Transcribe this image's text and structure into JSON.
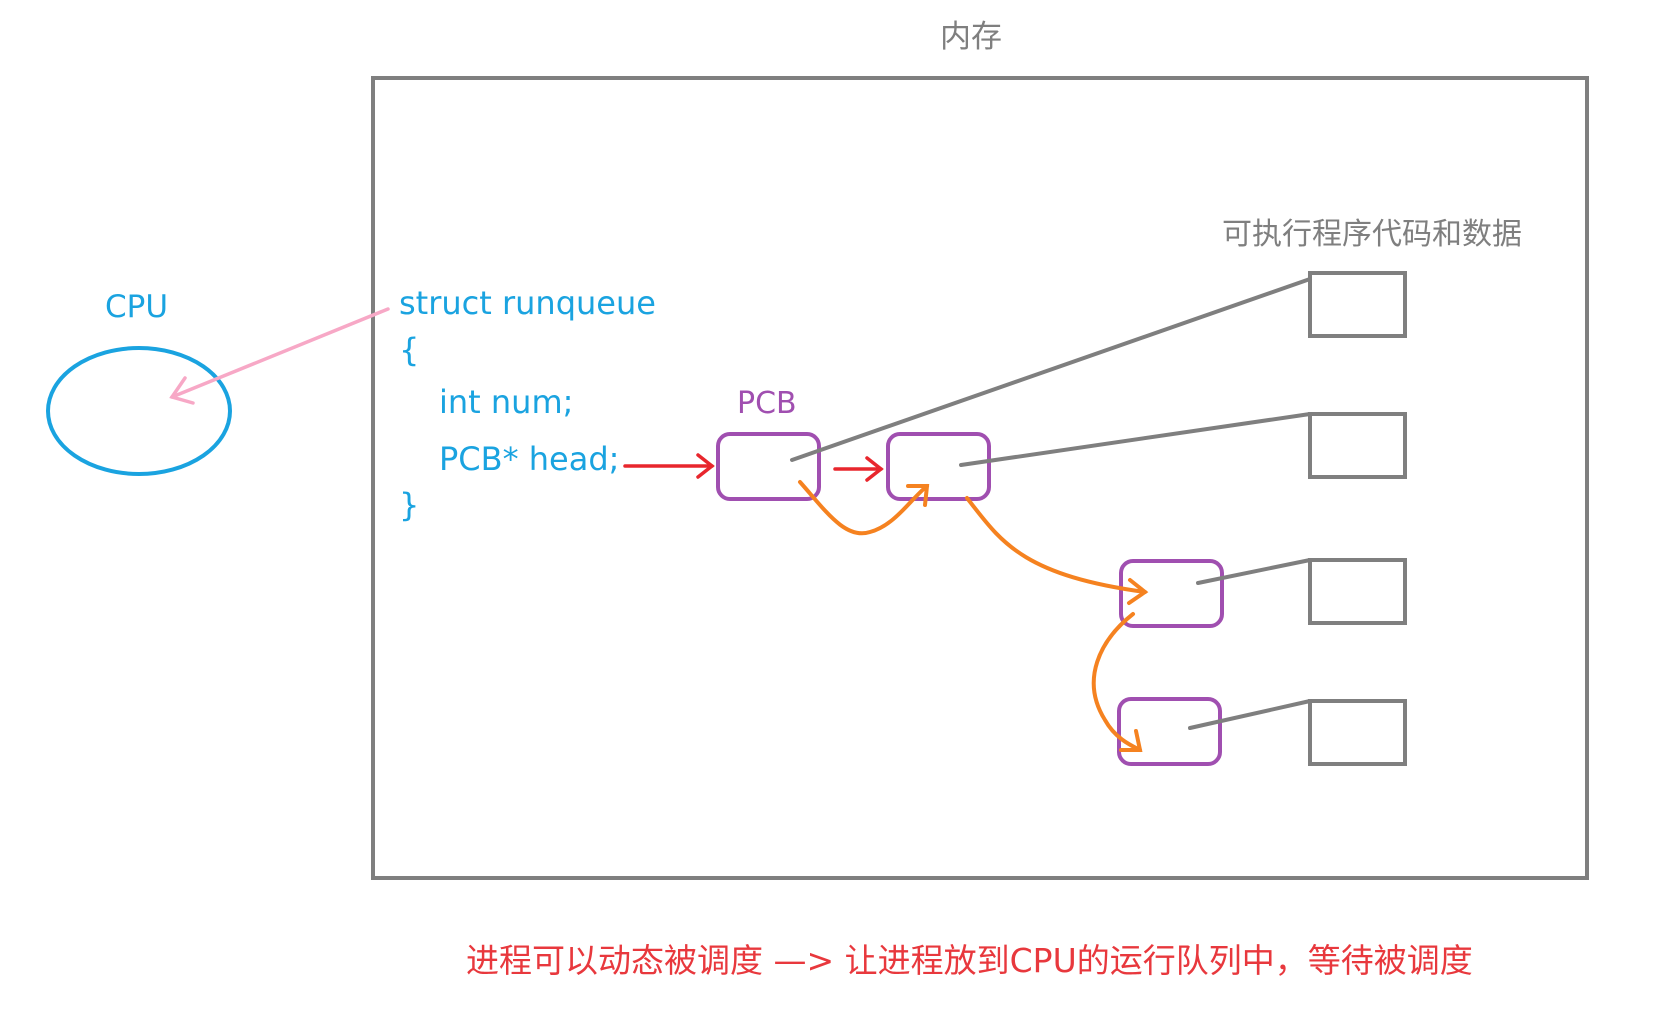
{
  "memory": {
    "title": "内存"
  },
  "cpu": {
    "label": "CPU"
  },
  "runqueue": {
    "line1": "struct runqueue",
    "line2": "{",
    "line3": "int num;",
    "line4": "PCB* head;",
    "line5": "}"
  },
  "pcb": {
    "label": "PCB"
  },
  "executable": {
    "label": "可执行程序代码和数据"
  },
  "footer": {
    "caption": "进程可以动态被调度 —> 让进程放到CPU的运行队列中，等待被调度"
  },
  "colors": {
    "memory_border": "#7f7f7f",
    "cpu": "#1aa3e0",
    "pcb": "#a04fb0",
    "red_arrow": "#e8262d",
    "orange_arrow": "#f58220",
    "pink_arrow": "#f7a8c6",
    "gray_line": "#7f7f7f",
    "caption": "#e8383d"
  }
}
